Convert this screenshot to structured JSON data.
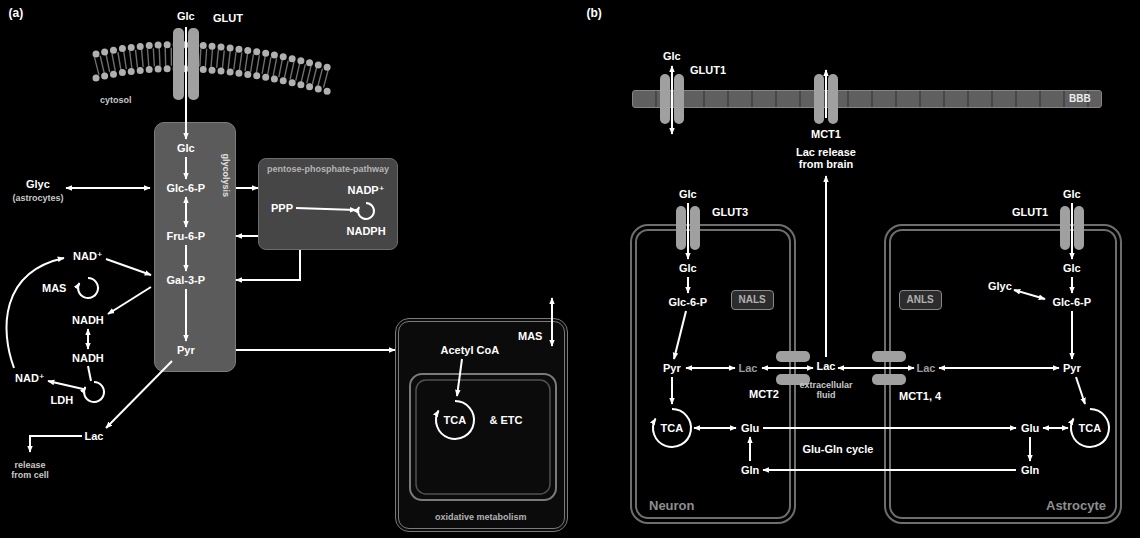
{
  "diagram": {
    "nodes": [
      {
        "text": [
          "glycolysis",
          "Glc",
          "Glc-6-P",
          "Fru-6-P",
          "Gal-3-P",
          "Pyr"
        ]
      },
      {
        "text": [
          "pentose-phosphate-pathway",
          "PPP",
          "NADP⁺",
          "NADPH"
        ]
      },
      {
        "text": [
          "Acetyl CoA",
          "MAS",
          "& ETC",
          "oxidative metabolism"
        ]
      },
      {
        "text": [
          "TCA"
        ],
        "in": 2
      },
      {
        "text": [
          "BBB"
        ]
      },
      {
        "text": [
          "Glc",
          "Glc-6-P",
          "Pyr",
          "Lac",
          "Glu",
          "Gln",
          "Neuron"
        ]
      },
      {
        "text": [
          "NALS"
        ],
        "in": 5
      },
      {
        "text": [
          "TCA"
        ],
        "in": 5
      },
      {
        "text": [
          "Glc",
          "Glyc",
          "Glc-6-P",
          "Pyr",
          "Lac",
          "Glu",
          "Gln",
          "Astrocyte"
        ]
      },
      {
        "text": [
          "ANLS"
        ],
        "in": 8
      },
      {
        "text": [
          "TCA"
        ],
        "in": 8
      }
    ],
    "edges": [
      {
        "from": 0,
        "to": 1,
        "arrow": "to"
      },
      {
        "from": 1,
        "to": 0,
        "arrow": "to"
      },
      {
        "from": 1,
        "to": 0,
        "arrow": "to"
      },
      {
        "from": 0,
        "to": 2,
        "arrow": "to"
      }
    ],
    "labels": [
      "(a)",
      "Glc",
      "GLUT",
      "cytosol",
      "Glyc",
      "(astrocytes)",
      "NAD⁺",
      "MAS",
      "NADH",
      "NADH",
      "NAD⁺",
      "LDH",
      "Lac",
      "release from cell",
      "(b)",
      "Glc",
      "GLUT1",
      "MCT1",
      "Lac release from brain",
      "Glc",
      "GLUT3",
      "MCT2",
      "Lac",
      "extracellular fluid",
      "MCT1, 4",
      "Glu-Gln cycle",
      "Glc",
      "GLUT1"
    ]
  }
}
